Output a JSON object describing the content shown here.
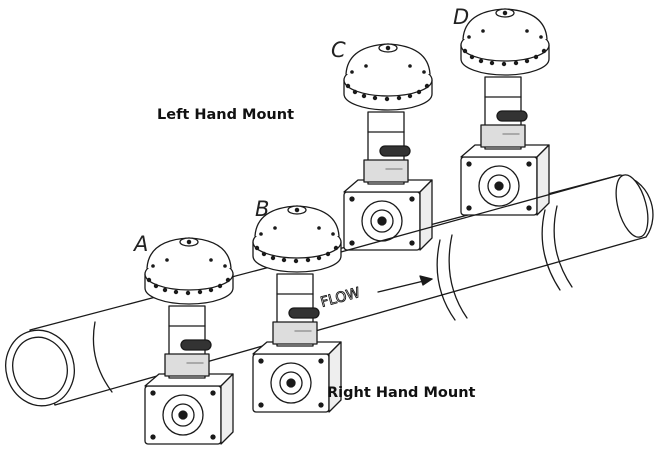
{
  "labels": {
    "left_hand_mount": "Left Hand Mount",
    "right_hand_mount": "Right Hand Mount",
    "flow": "FLOW"
  },
  "actuators": [
    {
      "id": "A"
    },
    {
      "id": "B"
    },
    {
      "id": "C"
    },
    {
      "id": "D"
    }
  ],
  "colors": {
    "line": "#1a1a1a",
    "fill": "#ffffff",
    "shade": "#8a8a8a",
    "dark": "#333333"
  }
}
